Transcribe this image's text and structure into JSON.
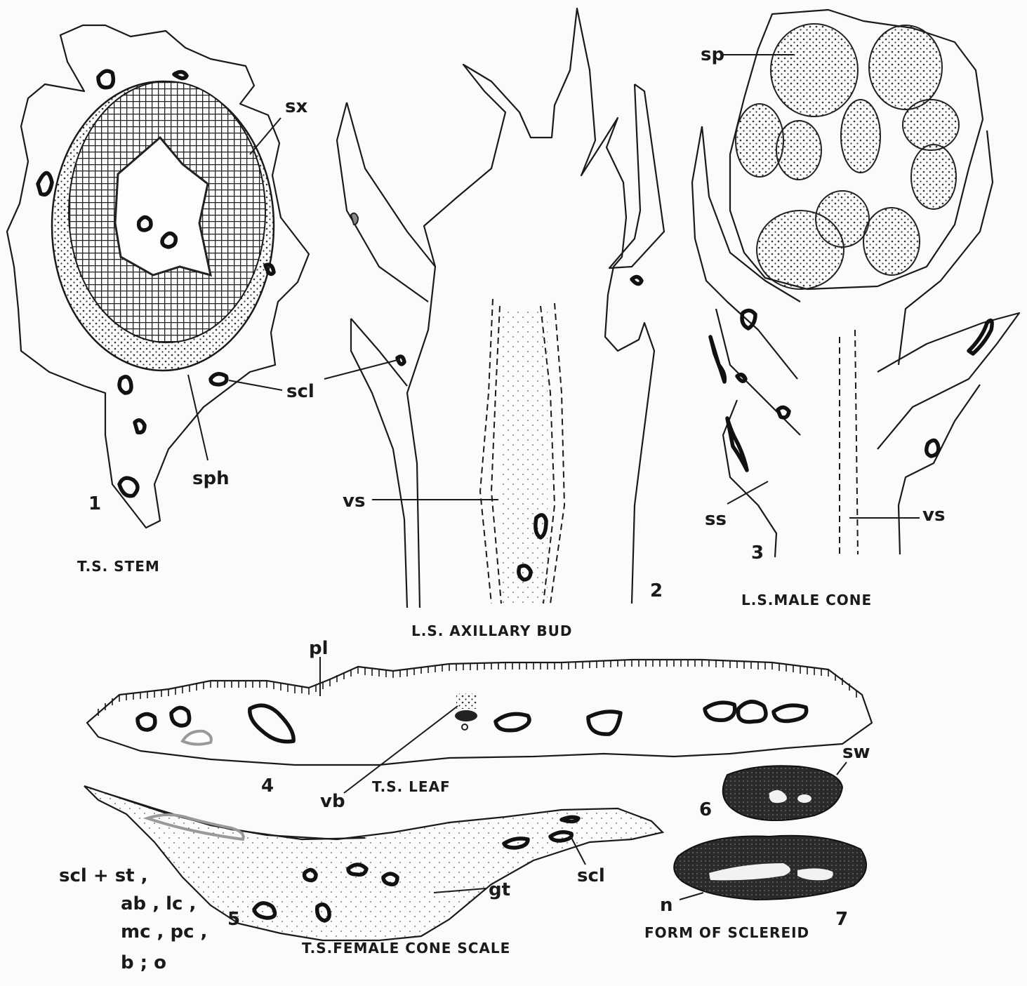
{
  "figures": [
    {
      "id": "fig1",
      "number": "1",
      "caption": "T.S. STEM",
      "labels": {
        "sx": "sx",
        "scl": "scl",
        "sph": "sph"
      }
    },
    {
      "id": "fig2",
      "number": "2",
      "caption": "L.S. AXILLARY BUD",
      "labels": {
        "vs": "vs"
      }
    },
    {
      "id": "fig3",
      "number": "3",
      "caption": "L.S.MALE CONE",
      "labels": {
        "sp": "sp",
        "ss": "ss",
        "vs": "vs"
      }
    },
    {
      "id": "fig4",
      "number": "4",
      "caption": "T.S. LEAF",
      "labels": {
        "pl": "pl",
        "vb": "vb"
      }
    },
    {
      "id": "fig5",
      "number": "5",
      "caption": "T.S.FEMALE CONE SCALE",
      "labels": {
        "gt": "gt",
        "scl": "scl"
      }
    },
    {
      "id": "fig6_7",
      "number6": "6",
      "number7": "7",
      "caption": "FORM OF SCLEREID",
      "labels": {
        "sw": "sw",
        "n": "n"
      }
    }
  ],
  "legend": {
    "line1": "scl + st ,",
    "line2": "ab , lc ,",
    "line3": "mc , pc ,",
    "line4": "b ; o"
  }
}
